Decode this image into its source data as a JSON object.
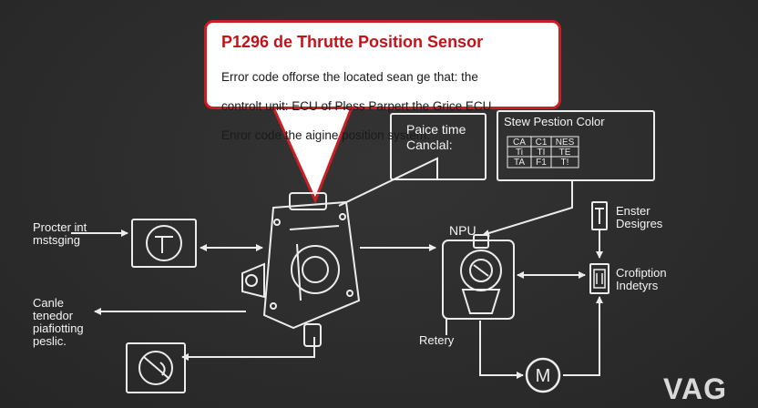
{
  "callout": {
    "title": "P1296 de Thrutte Position Sensor",
    "body_lines": [
      "Error code offorse the located sean ge that: the",
      "controlt unit: ECU of Pless Parpert the Grice ECU",
      "Enror code the aigine position system."
    ]
  },
  "labels": {
    "left_top": "Procter int\nmstsging",
    "left_bottom": "Canle\ntenedor\npiafiotting\npeslic.",
    "pane_box": "Paice time\nCanclal:",
    "stew_box_title": "Stew Pestion Color",
    "npu": "NPU",
    "retery": "Retery",
    "enster": "Enster\nDesigres",
    "croption": "Crofiption\nIndetyrs",
    "motor_symbol": "M"
  },
  "table": {
    "rows": [
      [
        "CA",
        "C1",
        "NES"
      ],
      [
        "Ti",
        "TI",
        "TE"
      ],
      [
        "TA",
        "F1",
        "T!"
      ]
    ]
  },
  "brand": "VAG",
  "colors": {
    "background": "#2b2b2b",
    "line": "#ececec",
    "callout_border": "#c81e24",
    "callout_title": "#c0141b"
  },
  "icons": [
    "sensor-t-icon",
    "throttle-body-icon",
    "throttle-plate-icon",
    "motor-icon",
    "t-box-icon",
    "connector-icon"
  ]
}
